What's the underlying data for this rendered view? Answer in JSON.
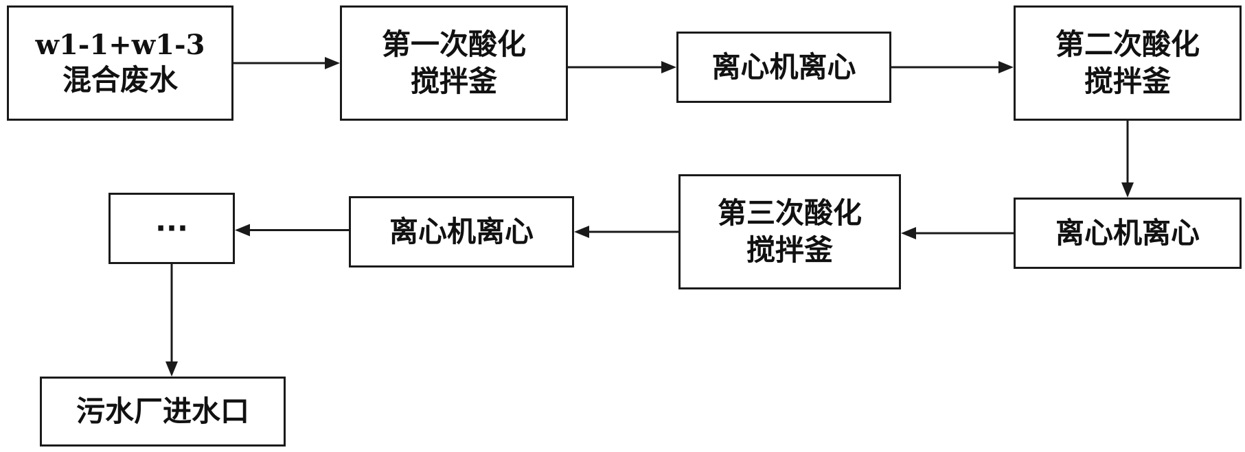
{
  "diagram": {
    "nodes": {
      "source": {
        "lines": [
          "w1-1+w1-3",
          "混合废水"
        ]
      },
      "acid1": {
        "lines": [
          "第一次酸化",
          "搅拌釜"
        ]
      },
      "cent1": {
        "lines": [
          "离心机离心"
        ]
      },
      "acid2": {
        "lines": [
          "第二次酸化",
          "搅拌釜"
        ]
      },
      "cent2": {
        "lines": [
          "离心机离心"
        ]
      },
      "acid3": {
        "lines": [
          "第三次酸化",
          "搅拌釜"
        ]
      },
      "cent3": {
        "lines": [
          "离心机离心"
        ]
      },
      "more": {
        "lines": [
          "···"
        ]
      },
      "sink": {
        "lines": [
          "污水厂进水口"
        ]
      }
    },
    "edges": [
      {
        "from": "source",
        "to": "acid1"
      },
      {
        "from": "acid1",
        "to": "cent1"
      },
      {
        "from": "cent1",
        "to": "acid2"
      },
      {
        "from": "acid2",
        "to": "cent2"
      },
      {
        "from": "cent2",
        "to": "acid3"
      },
      {
        "from": "acid3",
        "to": "cent3"
      },
      {
        "from": "cent3",
        "to": "more"
      },
      {
        "from": "more",
        "to": "sink"
      }
    ],
    "colors": {
      "line": "#1a1a1a",
      "text": "#111111",
      "background": "#ffffff"
    }
  }
}
